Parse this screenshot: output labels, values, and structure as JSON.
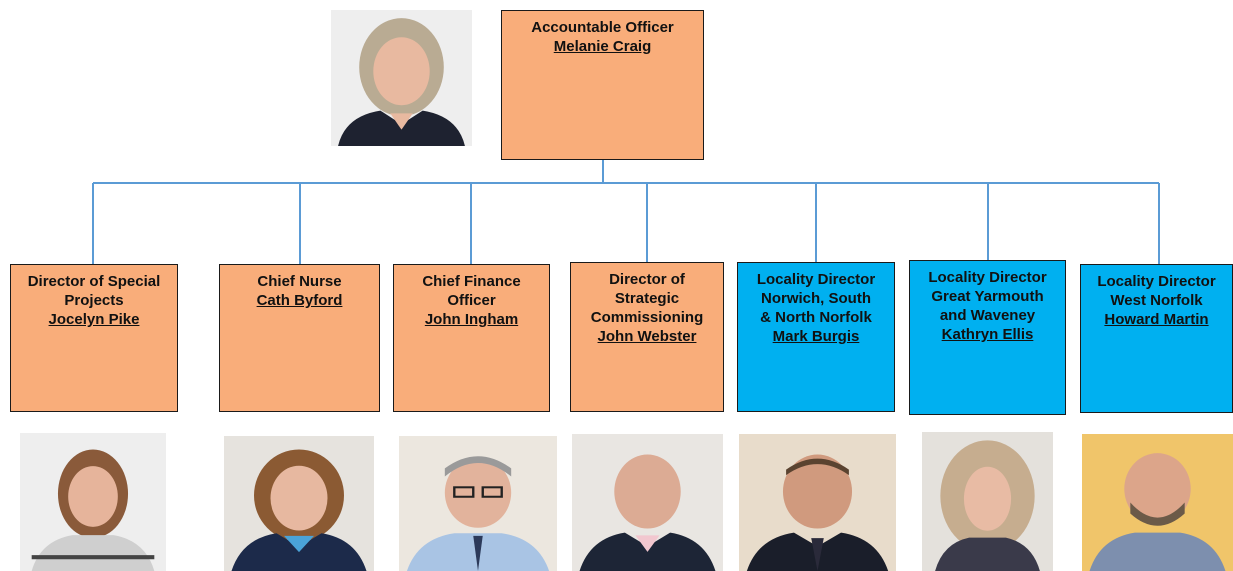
{
  "colors": {
    "director_box": "#f9ad7a",
    "locality_box": "#00b0f0",
    "connector_line": "#5b9bd5",
    "box_border": "#1a1a1a"
  },
  "top": {
    "title": "Accountable Officer",
    "name": "Melanie Craig",
    "photo": "portrait-photo"
  },
  "directors": [
    {
      "title": "Director of Special\nProjects",
      "name": "Jocelyn Pike",
      "color": "orange",
      "photo": "portrait-photo"
    },
    {
      "title": "Chief Nurse",
      "name": "Cath Byford",
      "color": "orange",
      "photo": "portrait-photo"
    },
    {
      "title": "Chief Finance\nOfficer",
      "name": "John Ingham",
      "color": "orange",
      "photo": "portrait-photo"
    },
    {
      "title": "Director of\nStrategic\nCommissioning",
      "name": "John Webster",
      "color": "orange",
      "photo": "portrait-photo"
    },
    {
      "title": "Locality Director\nNorwich, South\n& North Norfolk",
      "name": "Mark Burgis",
      "color": "blue",
      "photo": "portrait-photo"
    },
    {
      "title": "Locality Director\nGreat Yarmouth\nand Waveney",
      "name": "Kathryn Ellis",
      "color": "blue",
      "photo": "portrait-photo"
    },
    {
      "title": "Locality Director\nWest Norfolk",
      "name": "Howard Martin",
      "color": "blue",
      "photo": "portrait-photo"
    }
  ]
}
